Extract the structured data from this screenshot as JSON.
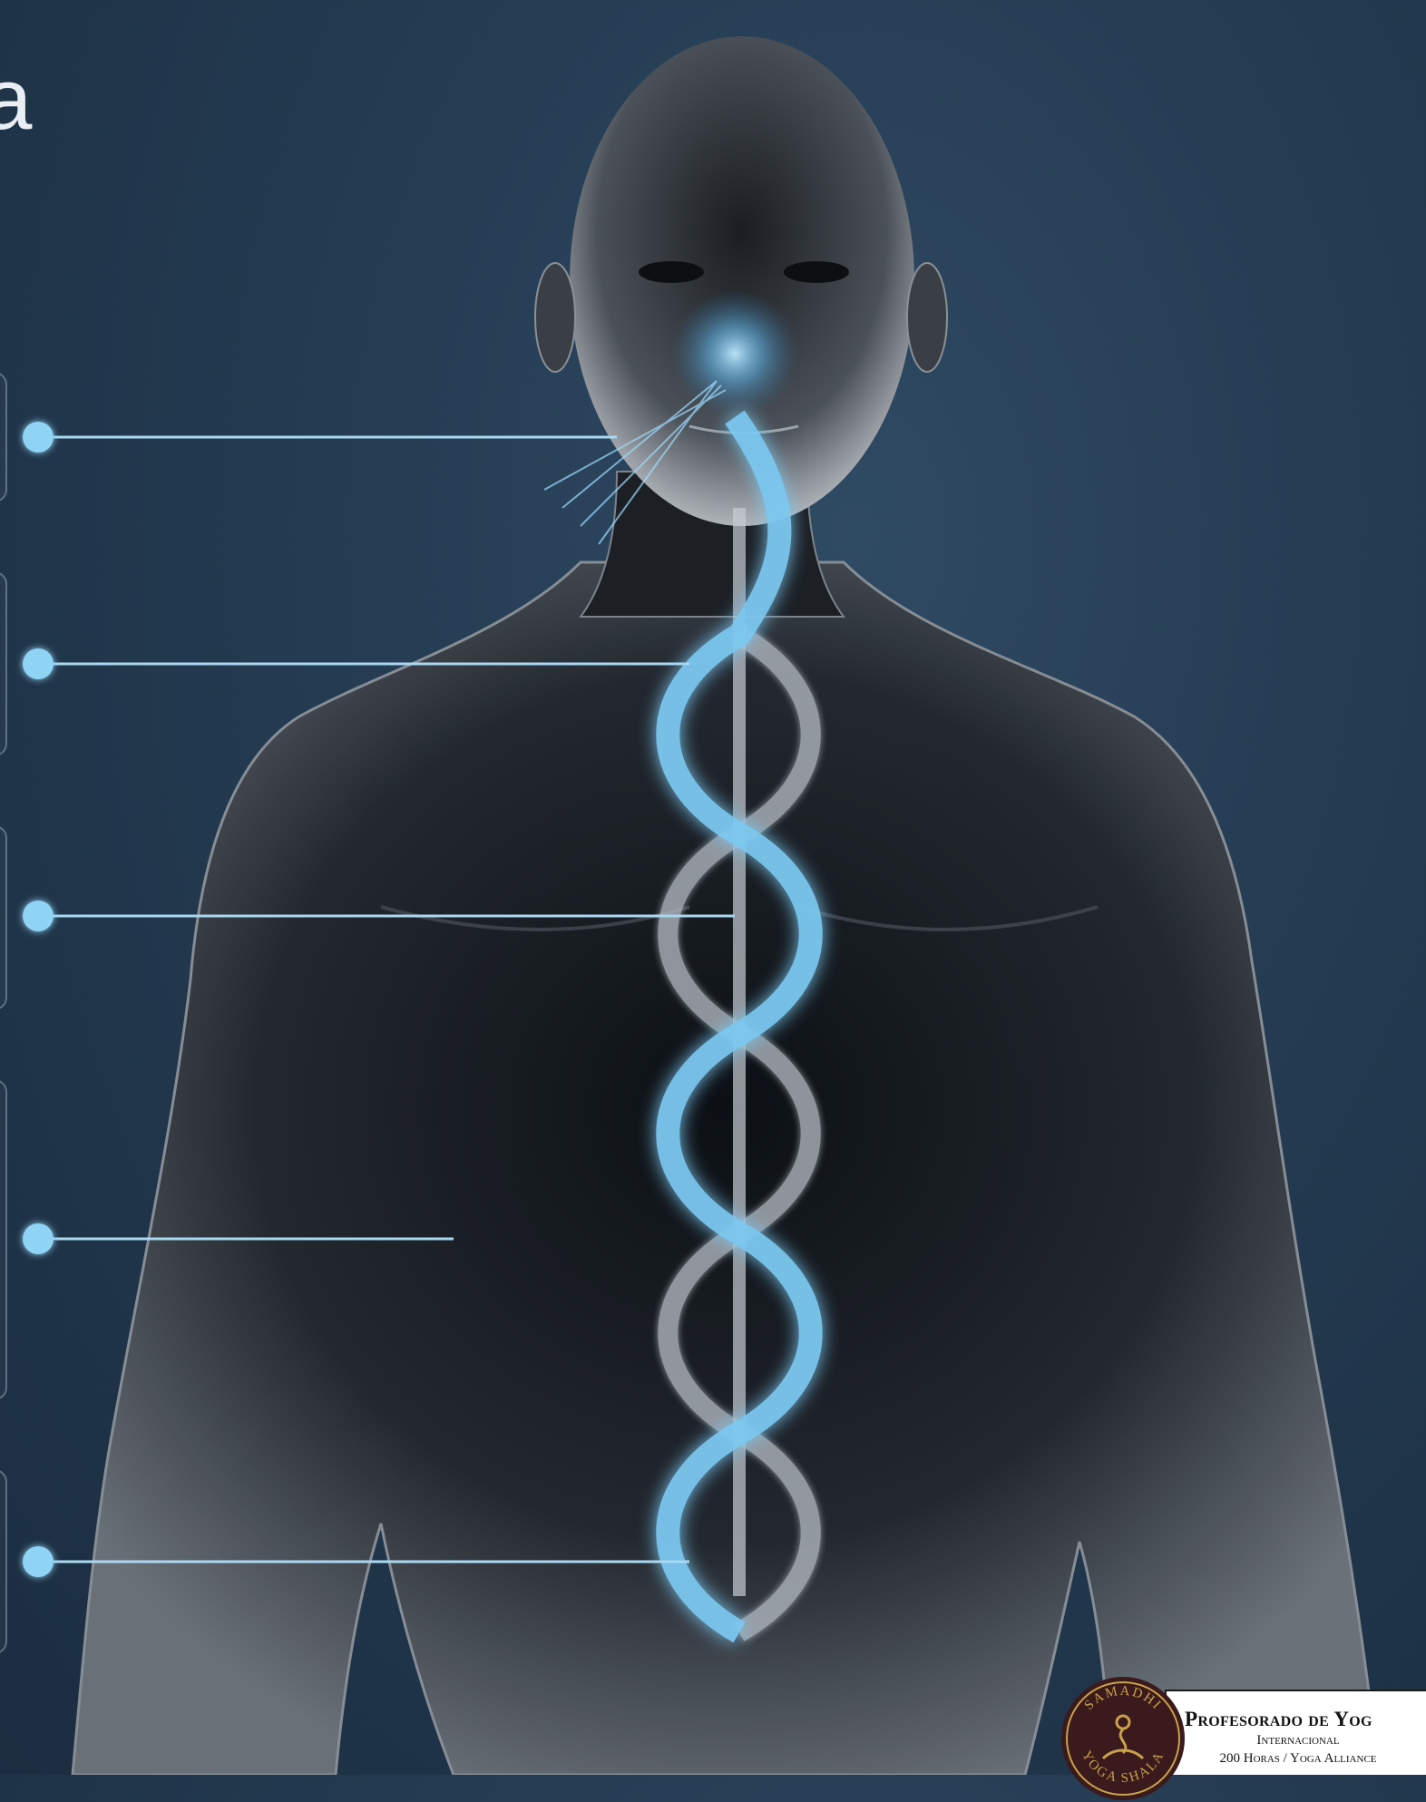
{
  "clipped_heading_letter": "a",
  "badge": {
    "seal_text_top": "SAMADHI",
    "seal_text_bottom": "YOGA SHALA",
    "title": "Profesorado de Yog",
    "line1": "Internacional",
    "line2": "200 Horas / Yoga Alliance"
  },
  "colors": {
    "background": "#243b51",
    "energy_glow": "#7cc8f0",
    "marker_dot": "#8fd3f5",
    "seal_gold": "#c9a24b"
  },
  "markers": [
    {
      "target": "nose-breath"
    },
    {
      "target": "throat-channel"
    },
    {
      "target": "chest-channel"
    },
    {
      "target": "abdomen"
    },
    {
      "target": "base-channel"
    }
  ]
}
